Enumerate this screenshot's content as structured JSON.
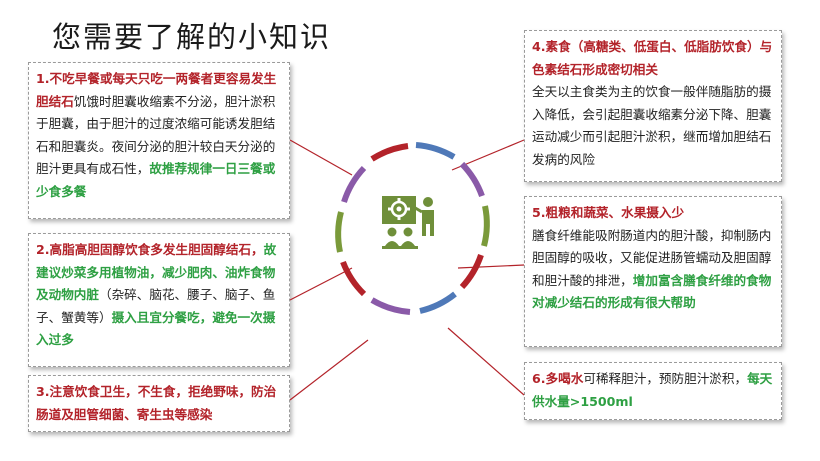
{
  "title": "您需要了解的小知识",
  "colors": {
    "red": "#b3232a",
    "green": "#2ea043",
    "blue": "#4f79b8",
    "purple": "#8a5aa8",
    "olive": "#7a9a3a"
  },
  "center_icon": "presentation-icon",
  "cards": [
    {
      "red": "1.不吃早餐或每天只吃一两餐者更容易发生胆结石",
      "plain": "饥饿时胆囊收缩素不分泌，胆汁淤积于胆囊，由于胆汁的过度浓缩可能诱发胆结石和胆囊炎。夜间分泌的胆汁较白天分泌的胆汁更具有成石性，",
      "green": "故推荐规律一日三餐或少食多餐"
    },
    {
      "red": "2.高脂高胆固醇饮食多发生胆固醇结石，",
      "green1": "故建议炒菜多用植物油，减少肥肉、油炸食物及动物内脏",
      "plain": "（杂碎、脑花、腰子、脑子、鱼子、蟹黄等）",
      "green2": "摄入且宜分餐吃，避免一次摄入过多"
    },
    {
      "red": "3.注意饮食卫生，不生食，拒绝野味，防治肠道及胆管细菌、寄生虫等感染"
    },
    {
      "red": "4.素食（高糖类、低蛋白、低脂肪饮食）与色素结石形成密切相关",
      "plain": "全天以主食类为主的饮食一般伴随脂肪的摄入降低，会引起胆囊收缩素分泌下降、胆囊运动减少而引起胆汁淤积，继而增加胆结石发病的风险"
    },
    {
      "red": "5.粗粮和蔬菜、水果摄入少",
      "plain": "膳食纤维能吸附肠道内的胆汁酸，抑制肠内胆固醇的吸收，又能促进肠管蠕动及胆固醇和胆汁酸的排泄，",
      "green": "增加富含膳食纤维的食物对减少结石的形成有很大帮助"
    },
    {
      "red": "6.多喝水",
      "plain": "可稀释胆汁，预防胆汁淤积，",
      "green": "每天供水量>1500ml"
    }
  ]
}
